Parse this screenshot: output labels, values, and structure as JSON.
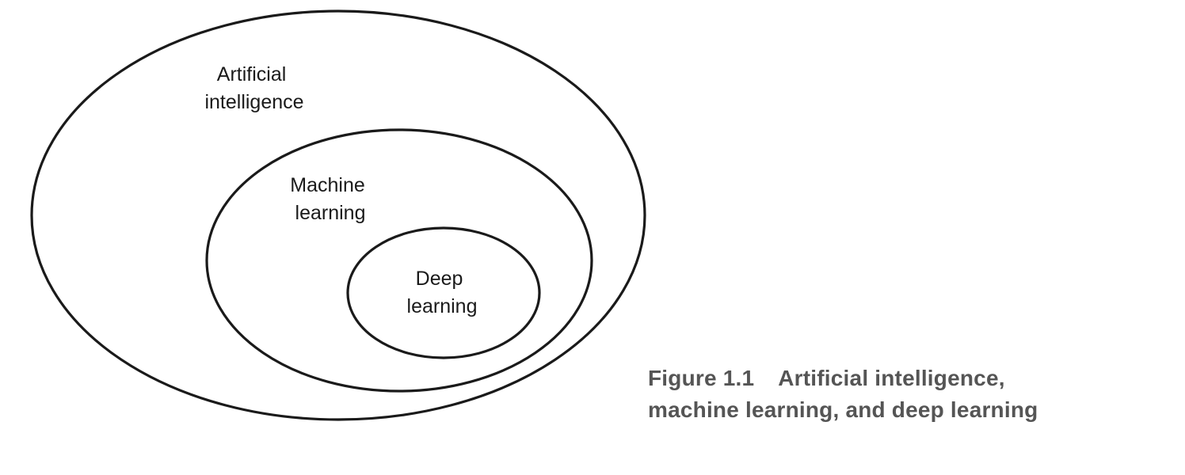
{
  "diagram": {
    "rings": [
      {
        "id": "ai",
        "lines": [
          "Artificial",
          "intelligence"
        ]
      },
      {
        "id": "ml",
        "lines": [
          "Machine",
          "learning"
        ]
      },
      {
        "id": "dl",
        "lines": [
          "Deep",
          "learning"
        ]
      }
    ]
  },
  "caption": {
    "figure_number": "Figure 1.1",
    "line1": "Artificial intelligence,",
    "line2": "machine learning, and deep learning"
  },
  "colors": {
    "stroke": "#1a1a1a",
    "caption": "#555555"
  }
}
